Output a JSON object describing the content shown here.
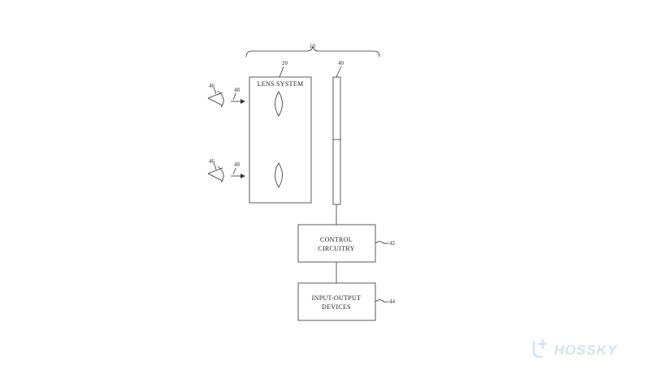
{
  "diagram": {
    "ref_system": "10",
    "lens_system": {
      "ref": "20",
      "label": "LENS SYSTEM"
    },
    "display": {
      "ref": "40"
    },
    "control": {
      "ref": "42",
      "label_line1": "CONTROL",
      "label_line2": "CIRCUITRY"
    },
    "io": {
      "ref": "44",
      "label_line1": "INPUT-OUTPUT",
      "label_line2": "DEVICES"
    },
    "eye_top": {
      "eye_ref": "46",
      "ray_ref": "48"
    },
    "eye_bottom": {
      "eye_ref": "46",
      "ray_ref": "48"
    }
  },
  "watermark": {
    "text": "HOSSKY"
  }
}
